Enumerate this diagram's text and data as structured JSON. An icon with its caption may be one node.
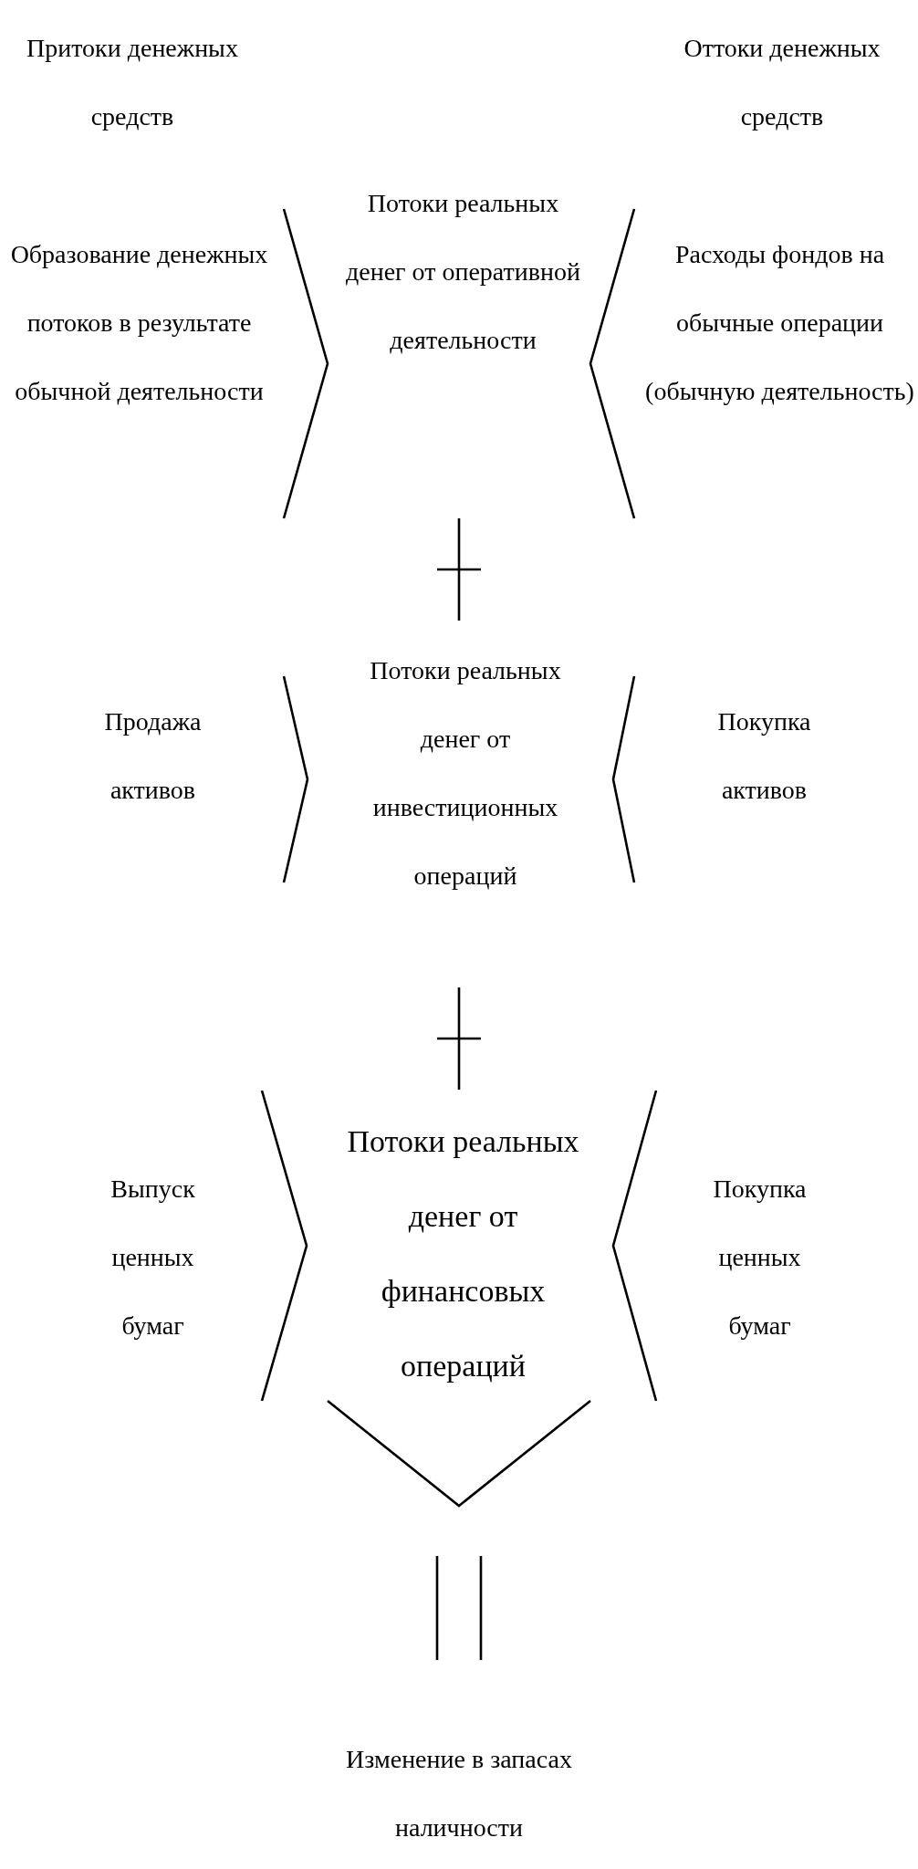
{
  "diagram": {
    "nodes": [
      {
        "text": [
          "Образование денежных потоков в результате обычной деятельности"
        ]
      },
      {
        "text": [
          "Потоки реальных денег от оперативной деятельности"
        ]
      },
      {
        "text": [
          "Расходы фондов на обычные операции (обычную деятельность)"
        ]
      },
      {
        "text": [
          "Продажа активов"
        ]
      },
      {
        "text": [
          "Потоки реальных денег от инвестиционных операций"
        ]
      },
      {
        "text": [
          "Покупка активов"
        ]
      },
      {
        "text": [
          "Выпуск ценных бумаг"
        ]
      },
      {
        "text": [
          "Потоки реальных денег от финансовых операций"
        ]
      },
      {
        "text": [
          "Покупка ценных бумаг"
        ]
      }
    ],
    "labels": [
      "Притоки денежных средств",
      "Оттоки денежных средств",
      "Изменение в запасах наличности"
    ]
  }
}
